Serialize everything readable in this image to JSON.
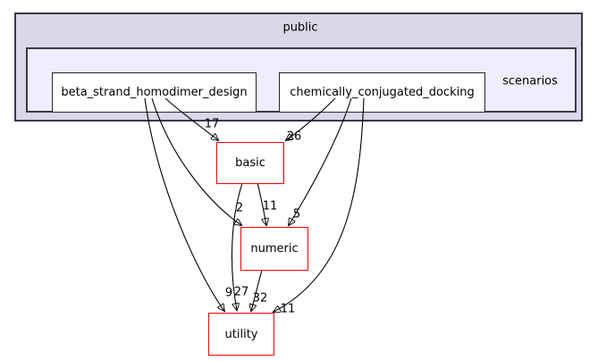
{
  "graph": {
    "clusters": {
      "outer": {
        "label": "public"
      },
      "inner": {
        "label": "scenarios"
      }
    },
    "nodes": [
      {
        "id": "beta_strand_homodimer_design",
        "label": "beta_strand_homodimer_design",
        "style": "directory"
      },
      {
        "id": "chemically_conjugated_docking",
        "label": "chemically_conjugated_docking",
        "style": "directory"
      },
      {
        "id": "basic",
        "label": "basic",
        "style": "directory-truncated"
      },
      {
        "id": "numeric",
        "label": "numeric",
        "style": "directory-truncated"
      },
      {
        "id": "utility",
        "label": "utility",
        "style": "directory-truncated"
      }
    ],
    "edges": [
      {
        "from": "beta_strand_homodimer_design",
        "to": "basic",
        "label": "17"
      },
      {
        "from": "chemically_conjugated_docking",
        "to": "basic",
        "label": "26"
      },
      {
        "from": "beta_strand_homodimer_design",
        "to": "numeric",
        "label": "2"
      },
      {
        "from": "basic",
        "to": "numeric",
        "label": "11"
      },
      {
        "from": "chemically_conjugated_docking",
        "to": "numeric",
        "label": "5"
      },
      {
        "from": "beta_strand_homodimer_design",
        "to": "utility",
        "label": "9"
      },
      {
        "from": "basic",
        "to": "utility",
        "label": "27"
      },
      {
        "from": "numeric",
        "to": "utility",
        "label": "32"
      },
      {
        "from": "chemically_conjugated_docking",
        "to": "utility",
        "label": "11"
      }
    ],
    "colors": {
      "outer_cluster_fill": "#d8d8e8",
      "inner_cluster_fill": "#eeeeff",
      "cluster_border": "#3a3a4c",
      "node_fill": "#ffffff",
      "node_border": "#262626",
      "truncated_node_border": "#ff0000",
      "edge": "#000000",
      "text": "#000000",
      "background": "#ffffff"
    }
  }
}
